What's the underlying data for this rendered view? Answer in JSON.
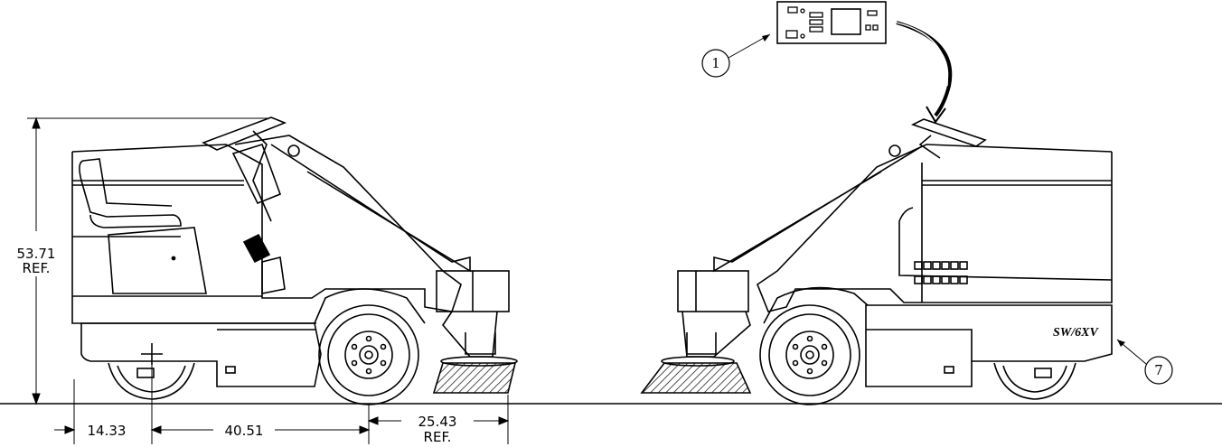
{
  "dimensions": {
    "height_value": "53.71",
    "height_ref": "REF.",
    "rear_overhang": "14.33",
    "wheelbase": "40.51",
    "front_value": "25.43",
    "front_ref": "REF."
  },
  "callouts": {
    "one": "1",
    "seven": "7"
  },
  "model_label": "SW/6XV"
}
